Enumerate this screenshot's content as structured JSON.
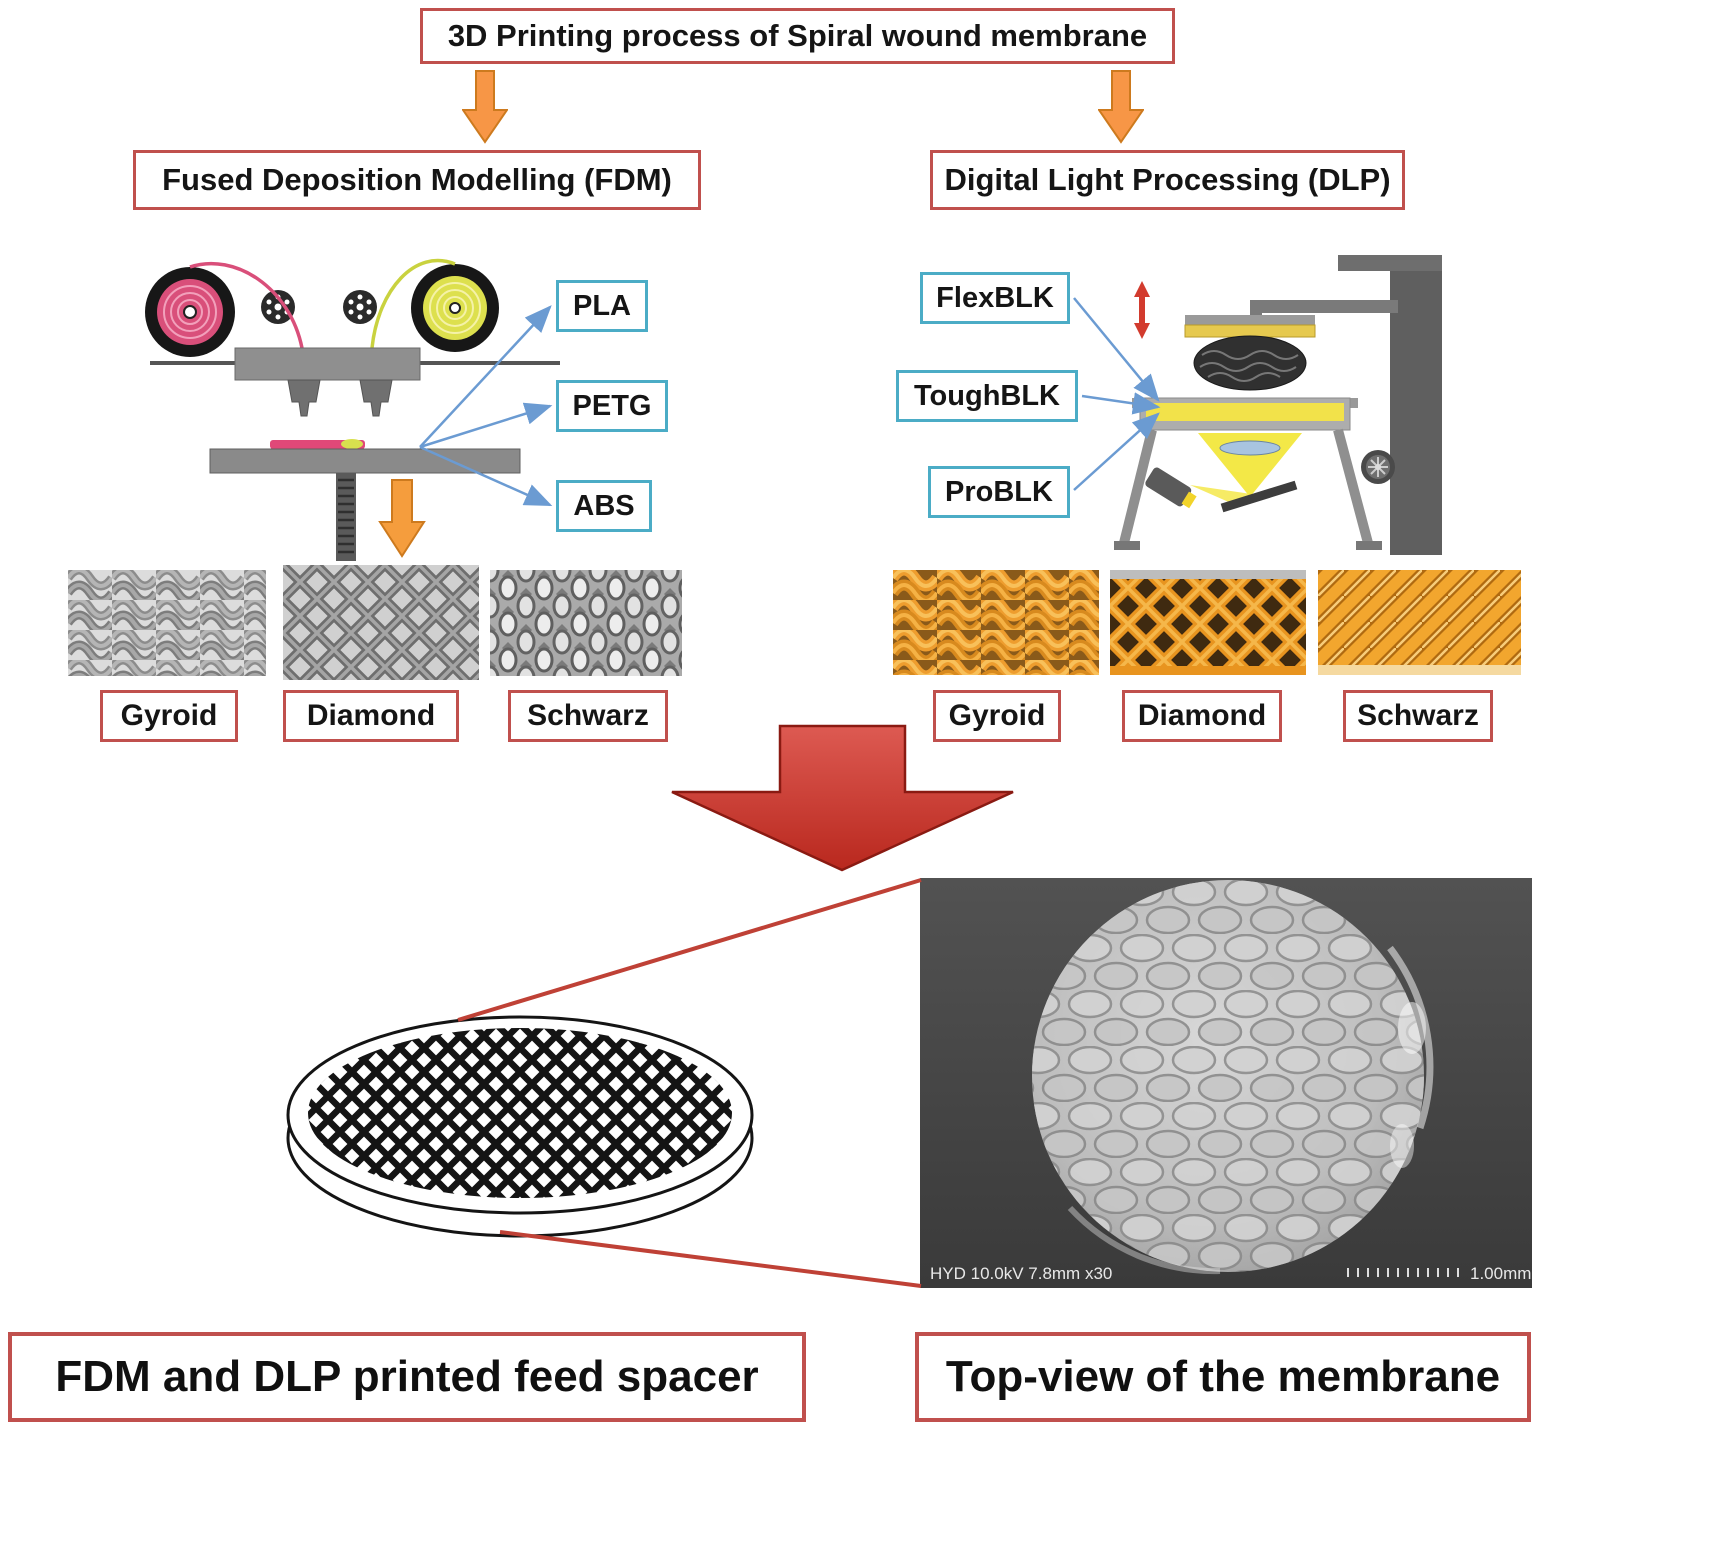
{
  "title": "3D Printing process of Spiral wound membrane",
  "fdm": {
    "label": "Fused Deposition Modelling (FDM)",
    "materials": [
      "PLA",
      "PETG",
      "ABS"
    ],
    "structures": [
      "Gyroid",
      "Diamond",
      "Schwarz"
    ]
  },
  "dlp": {
    "label": "Digital Light Processing (DLP)",
    "materials": [
      "FlexBLK",
      "ToughBLK",
      "ProBLK"
    ],
    "structures": [
      "Gyroid",
      "Diamond",
      "Schwarz"
    ]
  },
  "sem": {
    "info": "HYD 10.0kV 7.8mm x30",
    "scale": "1.00mm"
  },
  "captions": {
    "left": "FDM and DLP printed feed spacer",
    "right": "Top-view of the membrane"
  },
  "colors": {
    "red_border": "#c0504d",
    "teal_border": "#4bacc6",
    "orange_arrow": "#f79646",
    "big_arrow_red": "#bf2e22",
    "blue_connector": "#6b9bd2",
    "fdm_texture_gray": "#8c8c8c",
    "dlp_texture_orange": "#e8941f"
  }
}
